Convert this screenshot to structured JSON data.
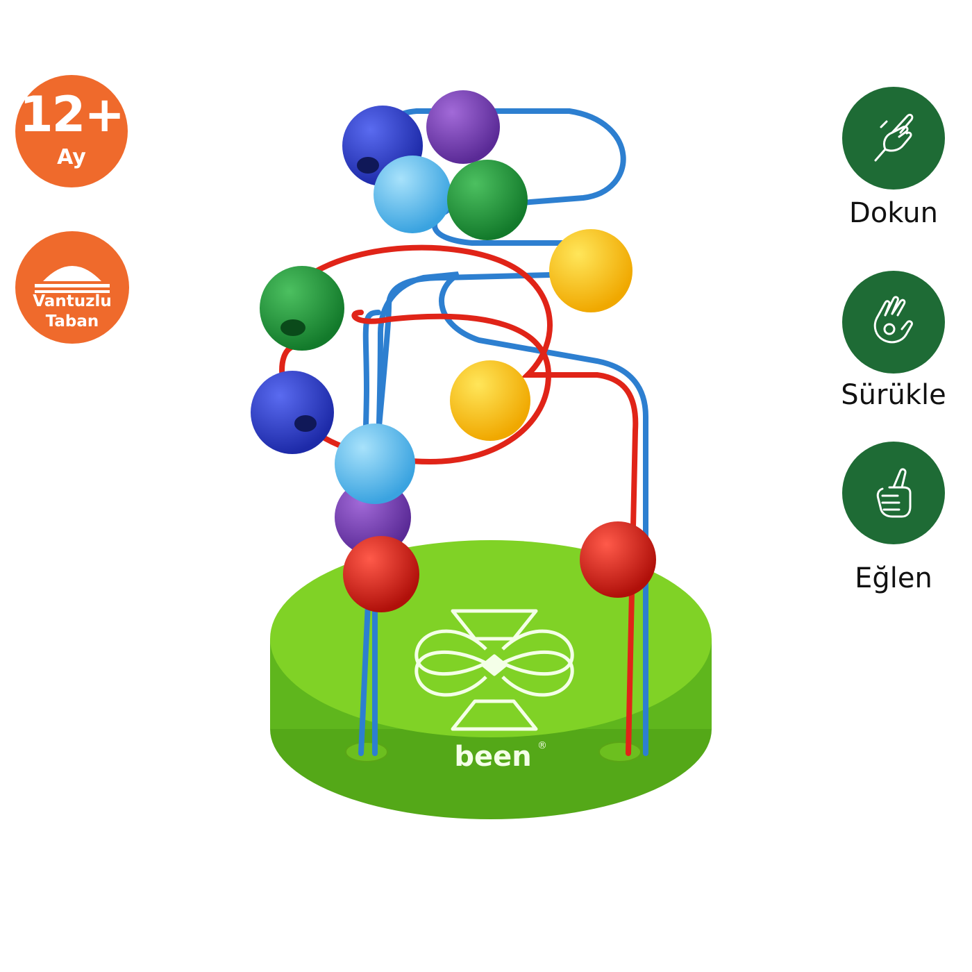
{
  "badges": {
    "age": {
      "value": "12+",
      "unit": "Ay"
    },
    "suction": {
      "line1": "Vantuzlu",
      "line2": "Taban",
      "icon": "suction-cup-icon"
    }
  },
  "features": [
    {
      "label": "Dokun",
      "icon": "touch-hand-icon"
    },
    {
      "label": "Sürükle",
      "icon": "drag-hand-icon"
    },
    {
      "label": "Eğlen",
      "icon": "thumbs-up-icon"
    }
  ],
  "product": {
    "brand": "been",
    "registered": "®"
  },
  "colors": {
    "badge_orange": "#ef6a2c",
    "feature_green": "#1e6b35",
    "base_green": "#7ed321",
    "wire_red": "#e02418",
    "wire_blue": "#2d7fd0"
  }
}
